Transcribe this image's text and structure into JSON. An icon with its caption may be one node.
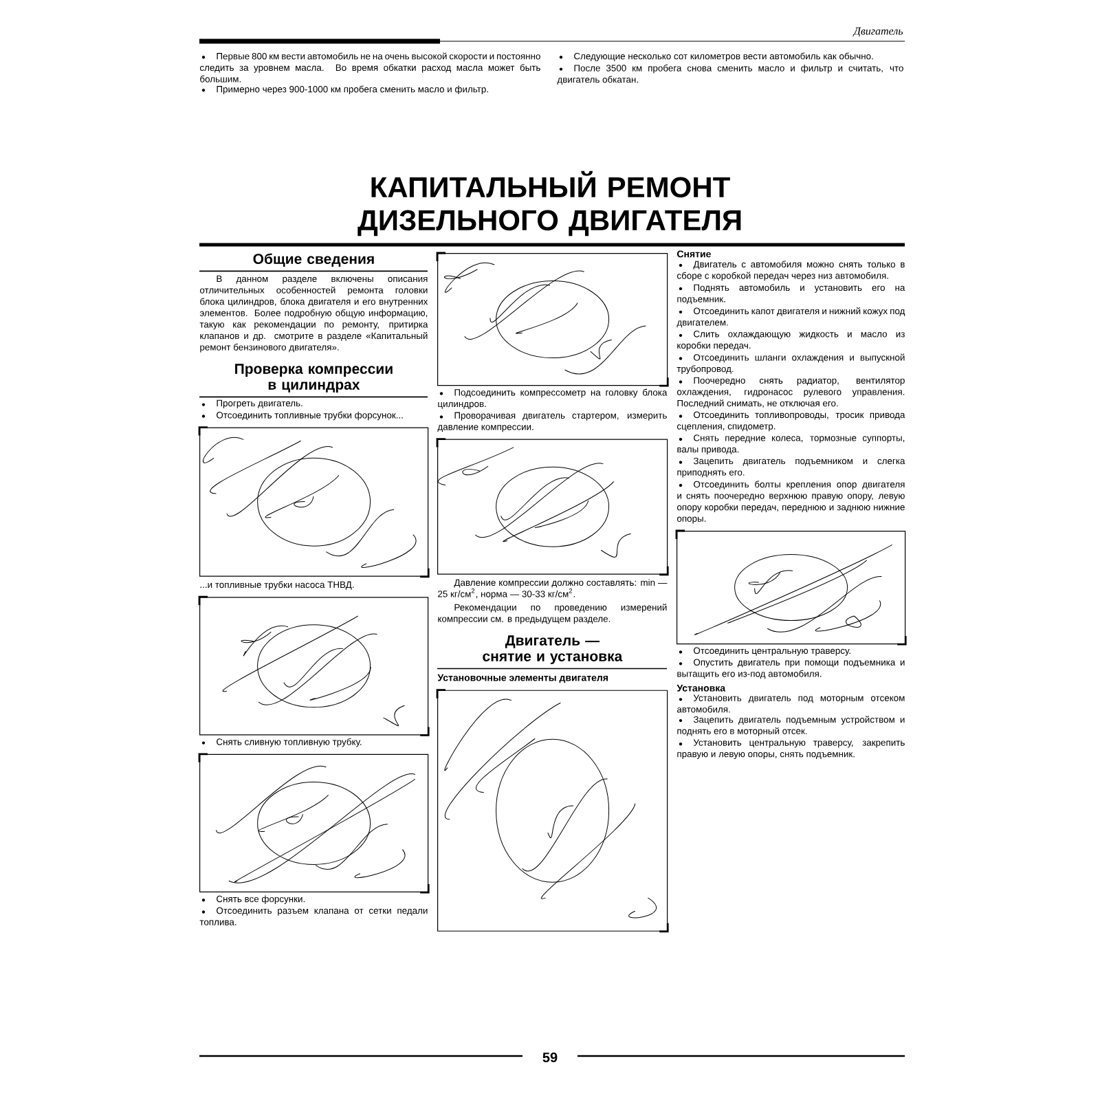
{
  "diagram": {
    "title": "КАПИТАЛЬНЫЙ РЕМОНТ ДИЗЕЛЬНОГО ДВИГАТЕЛЯ",
    "labels": [
      "Двигатель",
      "Первые 800 км вести автомобиль не на очень высокой скорости и постоянно следить за уровнем масла. Во время обкатки расход масла может быть большим.",
      "Примерно через 900-1000 км пробега сменить масло и фильтр.",
      "Следующие несколько сот километров вести автомобиль как обычно.",
      "После 3500 км пробега снова сменить масло и фильтр и считать, что двигатель обкатан.",
      "Общие сведения",
      "В данном разделе включены описания отличительных особенностей ремонта головки блока цилиндров, блока двигателя и его внутренних элементов. Более подробную общую информацию, такую как рекомендации по ремонту, притирка клапанов и др. смотрите в разделе «Капитальный ремонт бензинового двигателя».",
      "Проверка компрессии в цилиндрах",
      "Прогреть двигатель.",
      "Отсоединить топливные трубки форсунок...",
      "...и топливные трубки насоса ТНВД.",
      "Снять сливную топливную трубку.",
      "Снять все форсунки.",
      "Отсоединить разъем клапана от сетки педали топлива.",
      "Подсоединить компрессометр на головку блока цилиндров.",
      "Проворачивая двигатель стартером, измерить давление компрессии.",
      "Давление компрессии должно составлять: min — 25 кг/см$^{2}$, норма — 30-33 кг/см$^{2}$.",
      "Рекомендации по проведению измерений компрессии см. в предыдущем разделе.",
      "Двигатель — снятие и установка",
      "Установочные элементы двигателя",
      "Снятие",
      "Двигатель с автомобиля можно снять только в сборе с коробкой передач через низ автомобиля.",
      "Поднять автомобиль и установить его на подъемник.",
      "Отсоединить капот двигателя и нижний кожух под двигателем.",
      "Слить охлаждающую жидкость и масло из коробки передач.",
      "Отсоединить шланги охлаждения и выпускной трубопровод.",
      "Поочередно снять радиатор, вентилятор охлаждения, гидронасос рулевого управления. Последний снимать, не отключая его.",
      "Отсоединить топливопроводы, тросик привода сцепления, спидометр.",
      "Снять передние колеса, тормозные суппорты, валы привода.",
      "Зацепить двигатель подъемником и слегка приподнять его.",
      "Отсоединить болты крепления опор двигателя и снять поочередно верхнюю правую опору, левую опору коробки передач, переднюю и заднюю нижние опоры.",
      "Отсоединить центральную траверсу.",
      "Опустить двигатель при помощи подъемника и вытащить его из-под автомобиля.",
      "Установка",
      "Установить двигатель под моторным отсеком автомобиля.",
      "Зацепить двигатель подъемным устройством и поднять его в моторный отсек.",
      "Установить центральную траверсу, закрепить правую и левую опоры, снять подъемник.",
      "59"
    ]
  }
}
